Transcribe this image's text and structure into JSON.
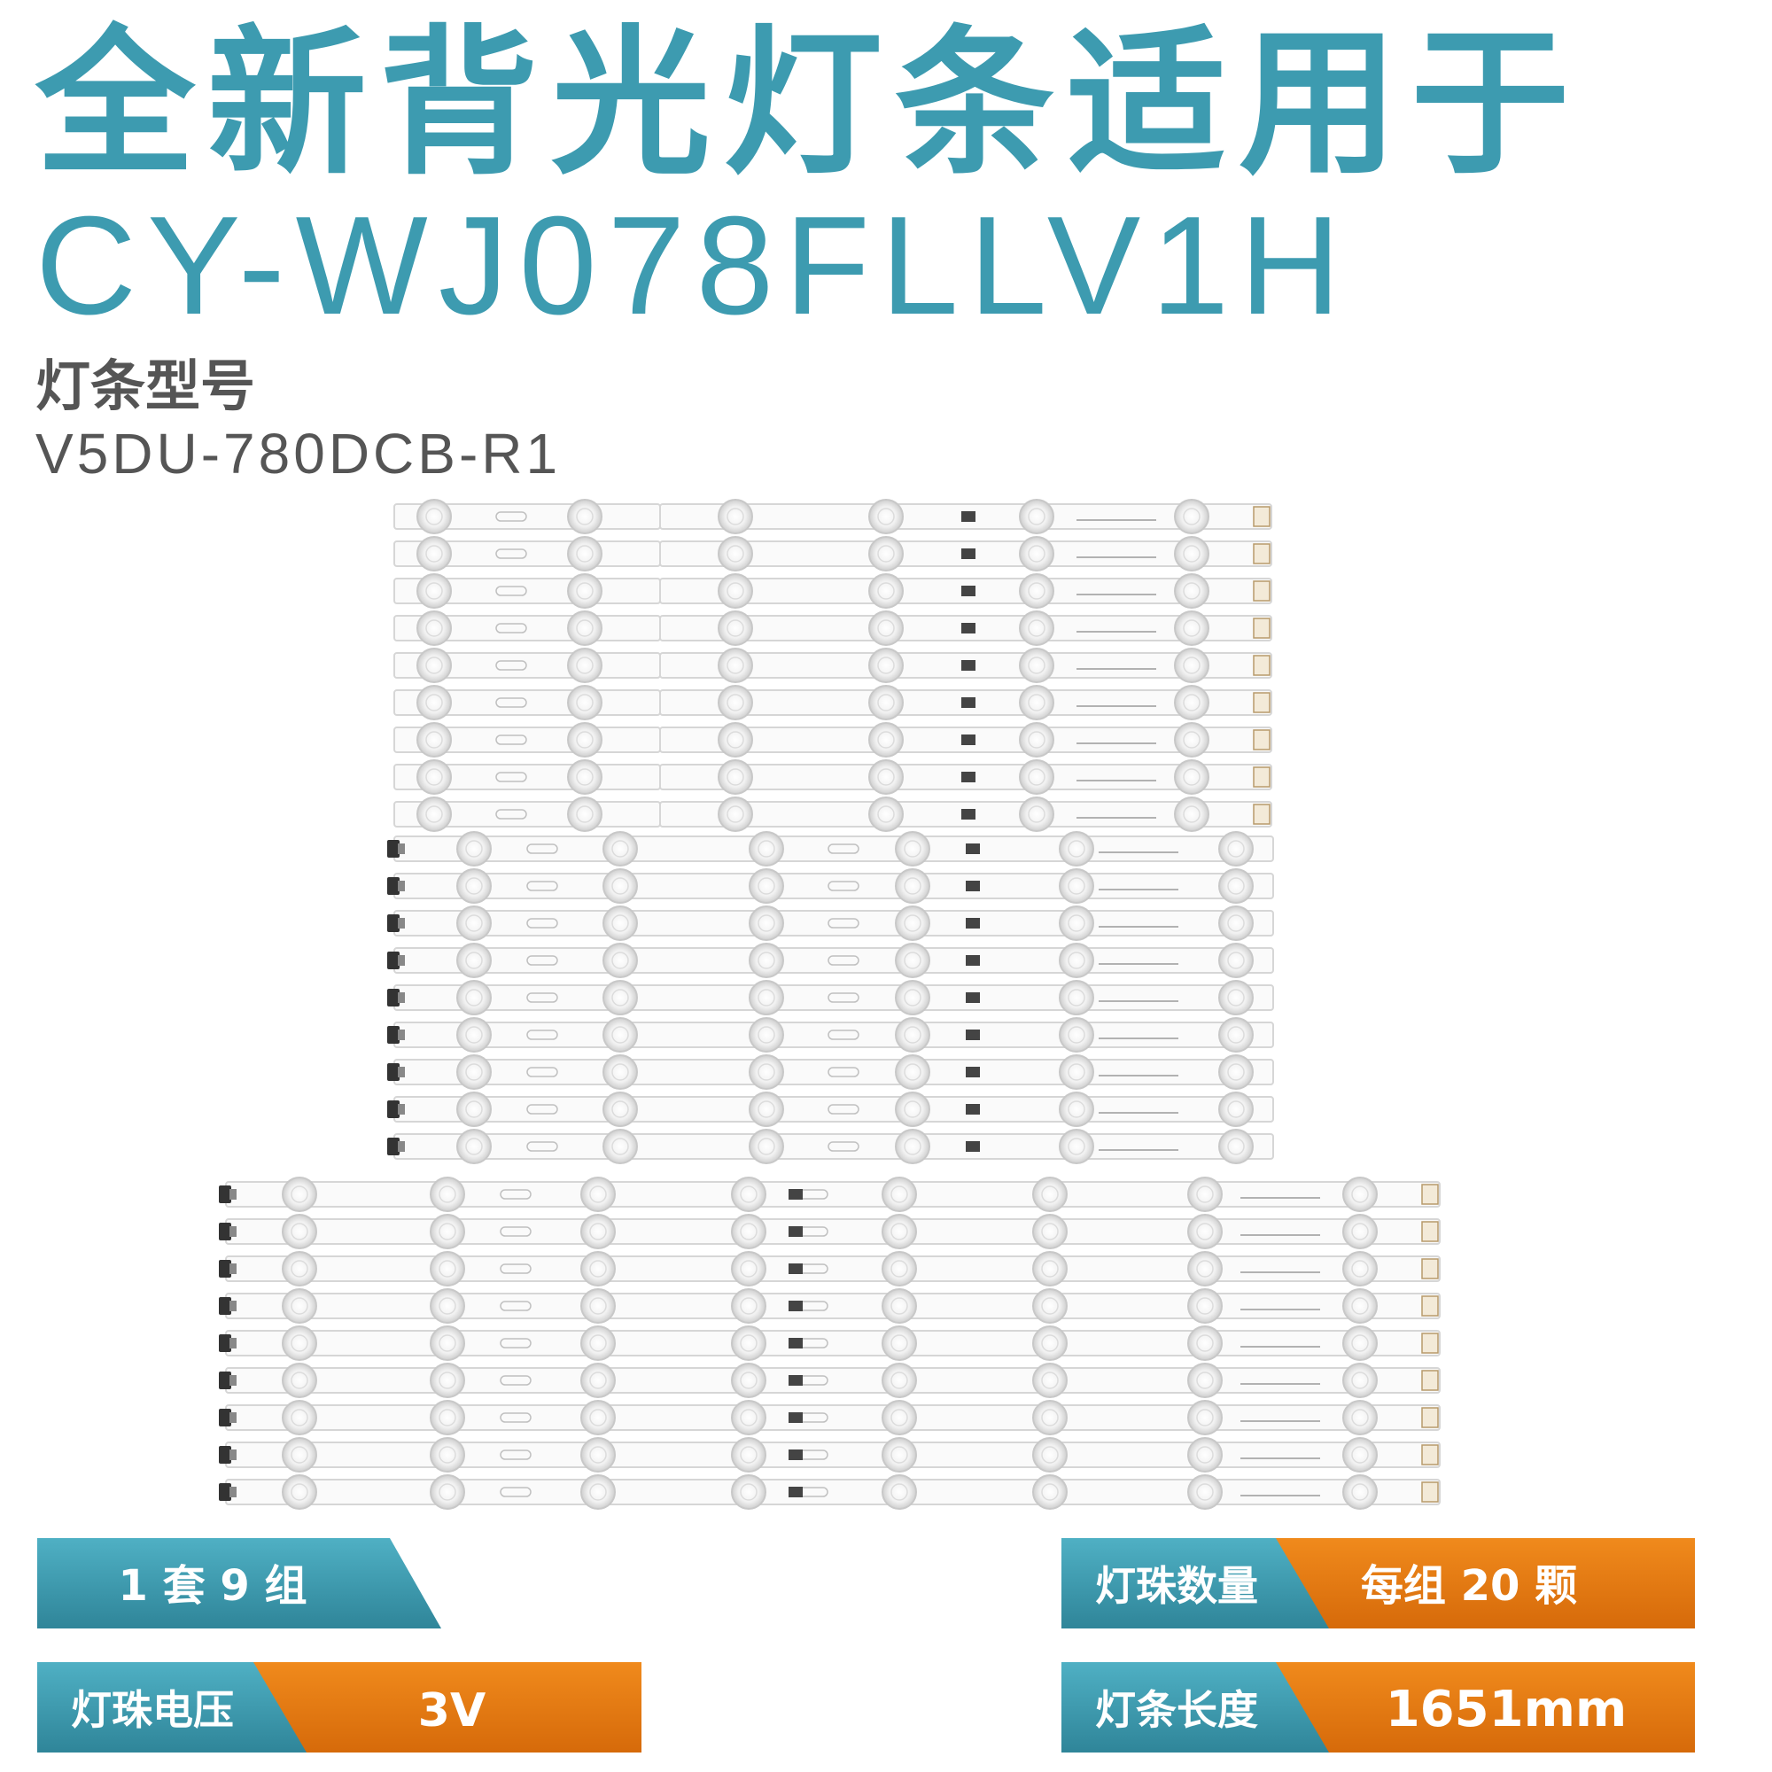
{
  "header": {
    "title": "全新背光灯条适用于",
    "model": "CY-WJ078FLLV1H"
  },
  "strip_model": {
    "label": "灯条型号",
    "value": "V5DU-780DCB-R1"
  },
  "specs": {
    "set_count": "1 套 9 组",
    "led_count_label": "灯珠数量",
    "led_count_value": "每组 20 颗",
    "voltage_label": "灯珠电压",
    "voltage_value": "3V",
    "length_label": "灯条长度",
    "length_value": "1651mm"
  },
  "colors": {
    "teal": "#3d9bb0",
    "teal_dark": "#2f8599",
    "orange": "#e8790f",
    "orange_dark": "#b44e0a"
  }
}
